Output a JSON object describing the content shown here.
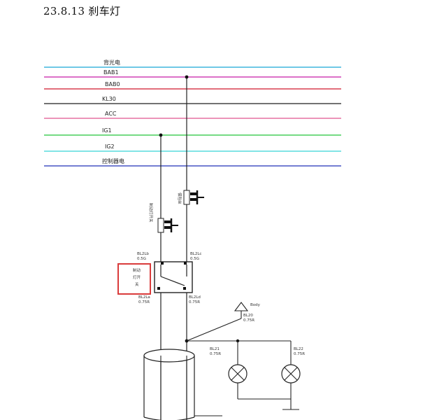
{
  "page": {
    "title": "23.8.13 刹车灯"
  },
  "rails": [
    {
      "label": "背光电",
      "color": "#19a7d8"
    },
    {
      "label": "BAB1",
      "color": "#c81aa8"
    },
    {
      "label": "BAB0",
      "color": "#d0182c"
    },
    {
      "label": "KL30",
      "color": "#444444"
    },
    {
      "label": "ACC",
      "color": "#e0558f"
    },
    {
      "label": "IG1",
      "color": "#23c33a"
    },
    {
      "label": "IG2",
      "color": "#38d3d8"
    },
    {
      "label": "控制器电",
      "color": "#2030b8"
    }
  ],
  "labels": {
    "fuse_left": "制动灯开关",
    "fuse_right": "保险丝",
    "switch_left": "BL2Lb",
    "switch_left_2": "0.5G",
    "switch_right": "BL2Lc",
    "switch_right_2": "0.5G",
    "switch_bl": "BL2La",
    "switch_bl_2": "0.75R",
    "switch_br": "BL2Ld",
    "switch_br_2": "0.75R",
    "highlight_text_1": "制动",
    "highlight_text_2": "灯开",
    "highlight_text_3": "关",
    "ground_label": "Body",
    "junction_label": "BL20",
    "junction_label_2": "0.75R",
    "lamp_left_label": "BL21",
    "lamp_left_label_2": "0.75R",
    "lamp_right_label": "BL22",
    "lamp_right_label_2": "0.75R"
  },
  "highlight_color": "#d93b3b"
}
